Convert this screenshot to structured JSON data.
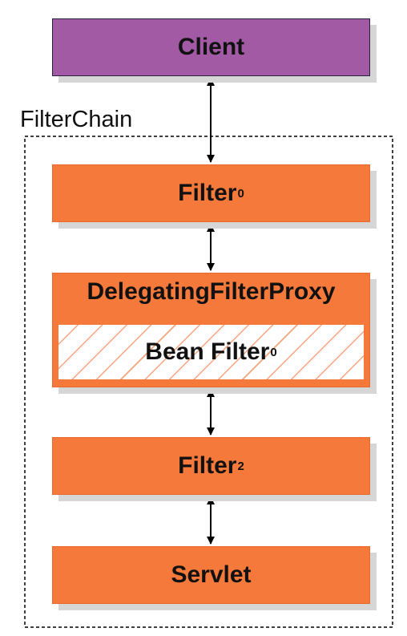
{
  "diagram": {
    "client": {
      "label": "Client"
    },
    "chain_label": "FilterChain",
    "filter0": {
      "label": "Filter",
      "subscript": "0"
    },
    "delegating_proxy": {
      "label": "DelegatingFilterProxy",
      "bean": {
        "label": "Bean Filter",
        "subscript": "0"
      }
    },
    "filter2": {
      "label": "Filter",
      "subscript": "2"
    },
    "servlet": {
      "label": "Servlet"
    }
  },
  "colors": {
    "client_fill": "#a35aa4",
    "filter_fill": "#f4793b",
    "hatch": "#f6a47c",
    "arrow": "#000000"
  }
}
